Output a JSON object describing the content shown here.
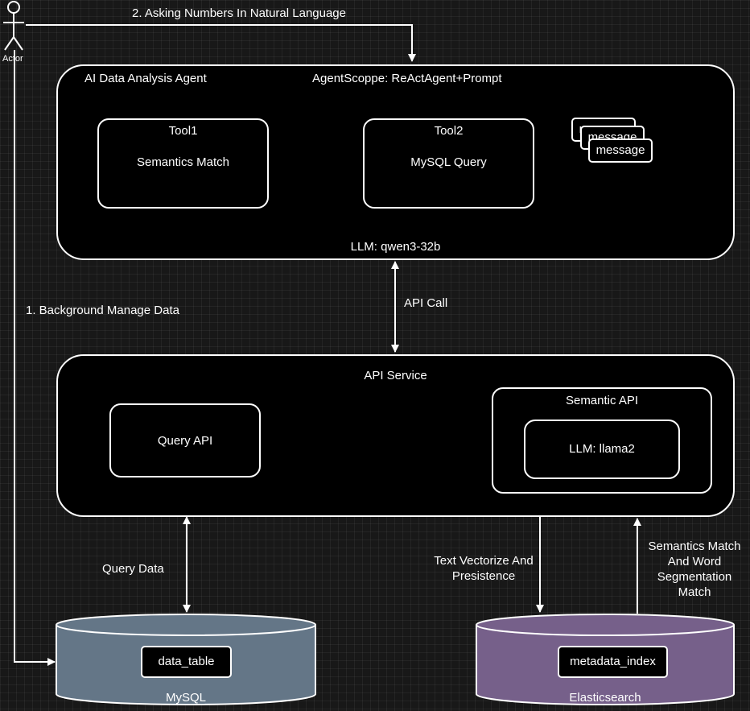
{
  "actor": {
    "label": "Actor"
  },
  "edges": {
    "asking": "2. Asking Numbers In Natural Language",
    "background": "1. Background Manage Data",
    "api_call": "API Call",
    "query_data": "Query Data",
    "text_vectorize": "Text Vectorize And Presistence",
    "semantics_match": "Semantics Match And Word Segmentation Match"
  },
  "agent": {
    "title": "AI Data Analysis Agent",
    "scope": "AgentScoppe: ReActAgent+Prompt",
    "llm": "LLM: qwen3-32b",
    "tool1": {
      "title": "Tool1",
      "name": "Semantics Match"
    },
    "tool2": {
      "title": "Tool2",
      "name": "MySQL Query"
    },
    "messages": [
      "message",
      "message",
      "message"
    ]
  },
  "api_service": {
    "title": "API Service",
    "query_api": "Query API",
    "semantic_api": {
      "title": "Semantic API",
      "llm": "LLM: llama2"
    }
  },
  "databases": {
    "mysql": {
      "name": "MySQL",
      "table": "data_table",
      "color": "#647687"
    },
    "elasticsearch": {
      "name": "Elasticsearch",
      "index": "metadata_index",
      "color": "#76608a"
    }
  },
  "colors": {
    "background": "#181818",
    "stroke": "#ffffff",
    "fill": "#000000"
  }
}
